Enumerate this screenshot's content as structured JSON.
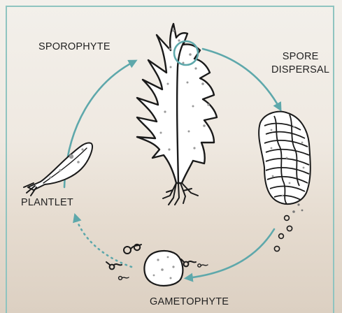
{
  "labels": {
    "sporophyte": "SPOROPHYTE",
    "spore_dispersal_line1": "SPORE",
    "spore_dispersal_line2": "DISPERSAL",
    "plantlet": "PLANTLET",
    "gametophyte": "GAMETOPHYTE"
  },
  "colors": {
    "cycle_arrow": "#5ea8ab",
    "frame": "#8fc4c0",
    "ink": "#1a1a1a",
    "speck": "#9a9a9a"
  },
  "icons": [
    "kelp-sporophyte-icon",
    "sorus-detail-icon",
    "spore-cluster-icon",
    "spore-dots-icon",
    "gametophyte-cell-icon",
    "male-gamete-icon",
    "female-gamete-icon",
    "plantlet-icon"
  ]
}
